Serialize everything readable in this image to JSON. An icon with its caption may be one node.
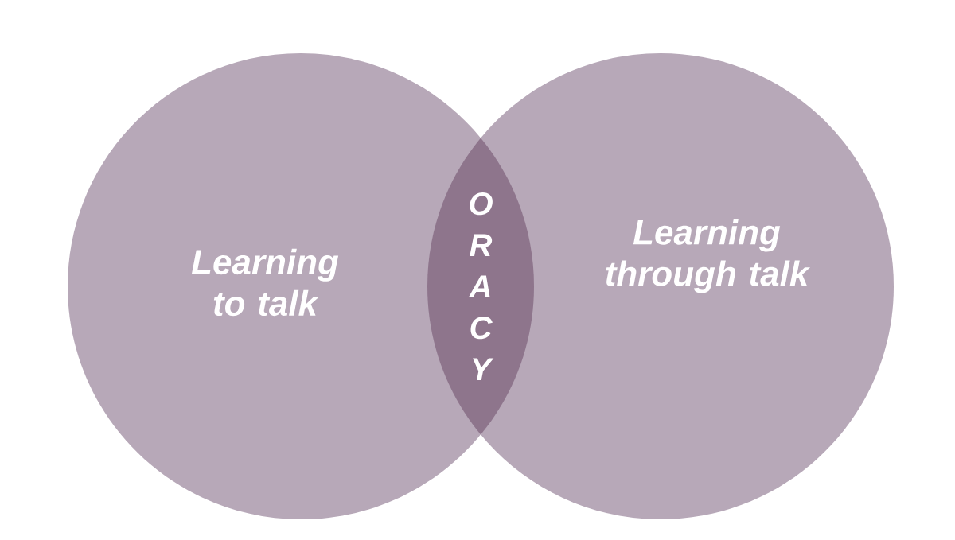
{
  "diagram": {
    "nodes": [
      {
        "text": [
          "Learning to talk"
        ]
      },
      {
        "text": [
          "Learning through talk"
        ]
      },
      {
        "text": [
          "ORACY"
        ]
      }
    ]
  }
}
